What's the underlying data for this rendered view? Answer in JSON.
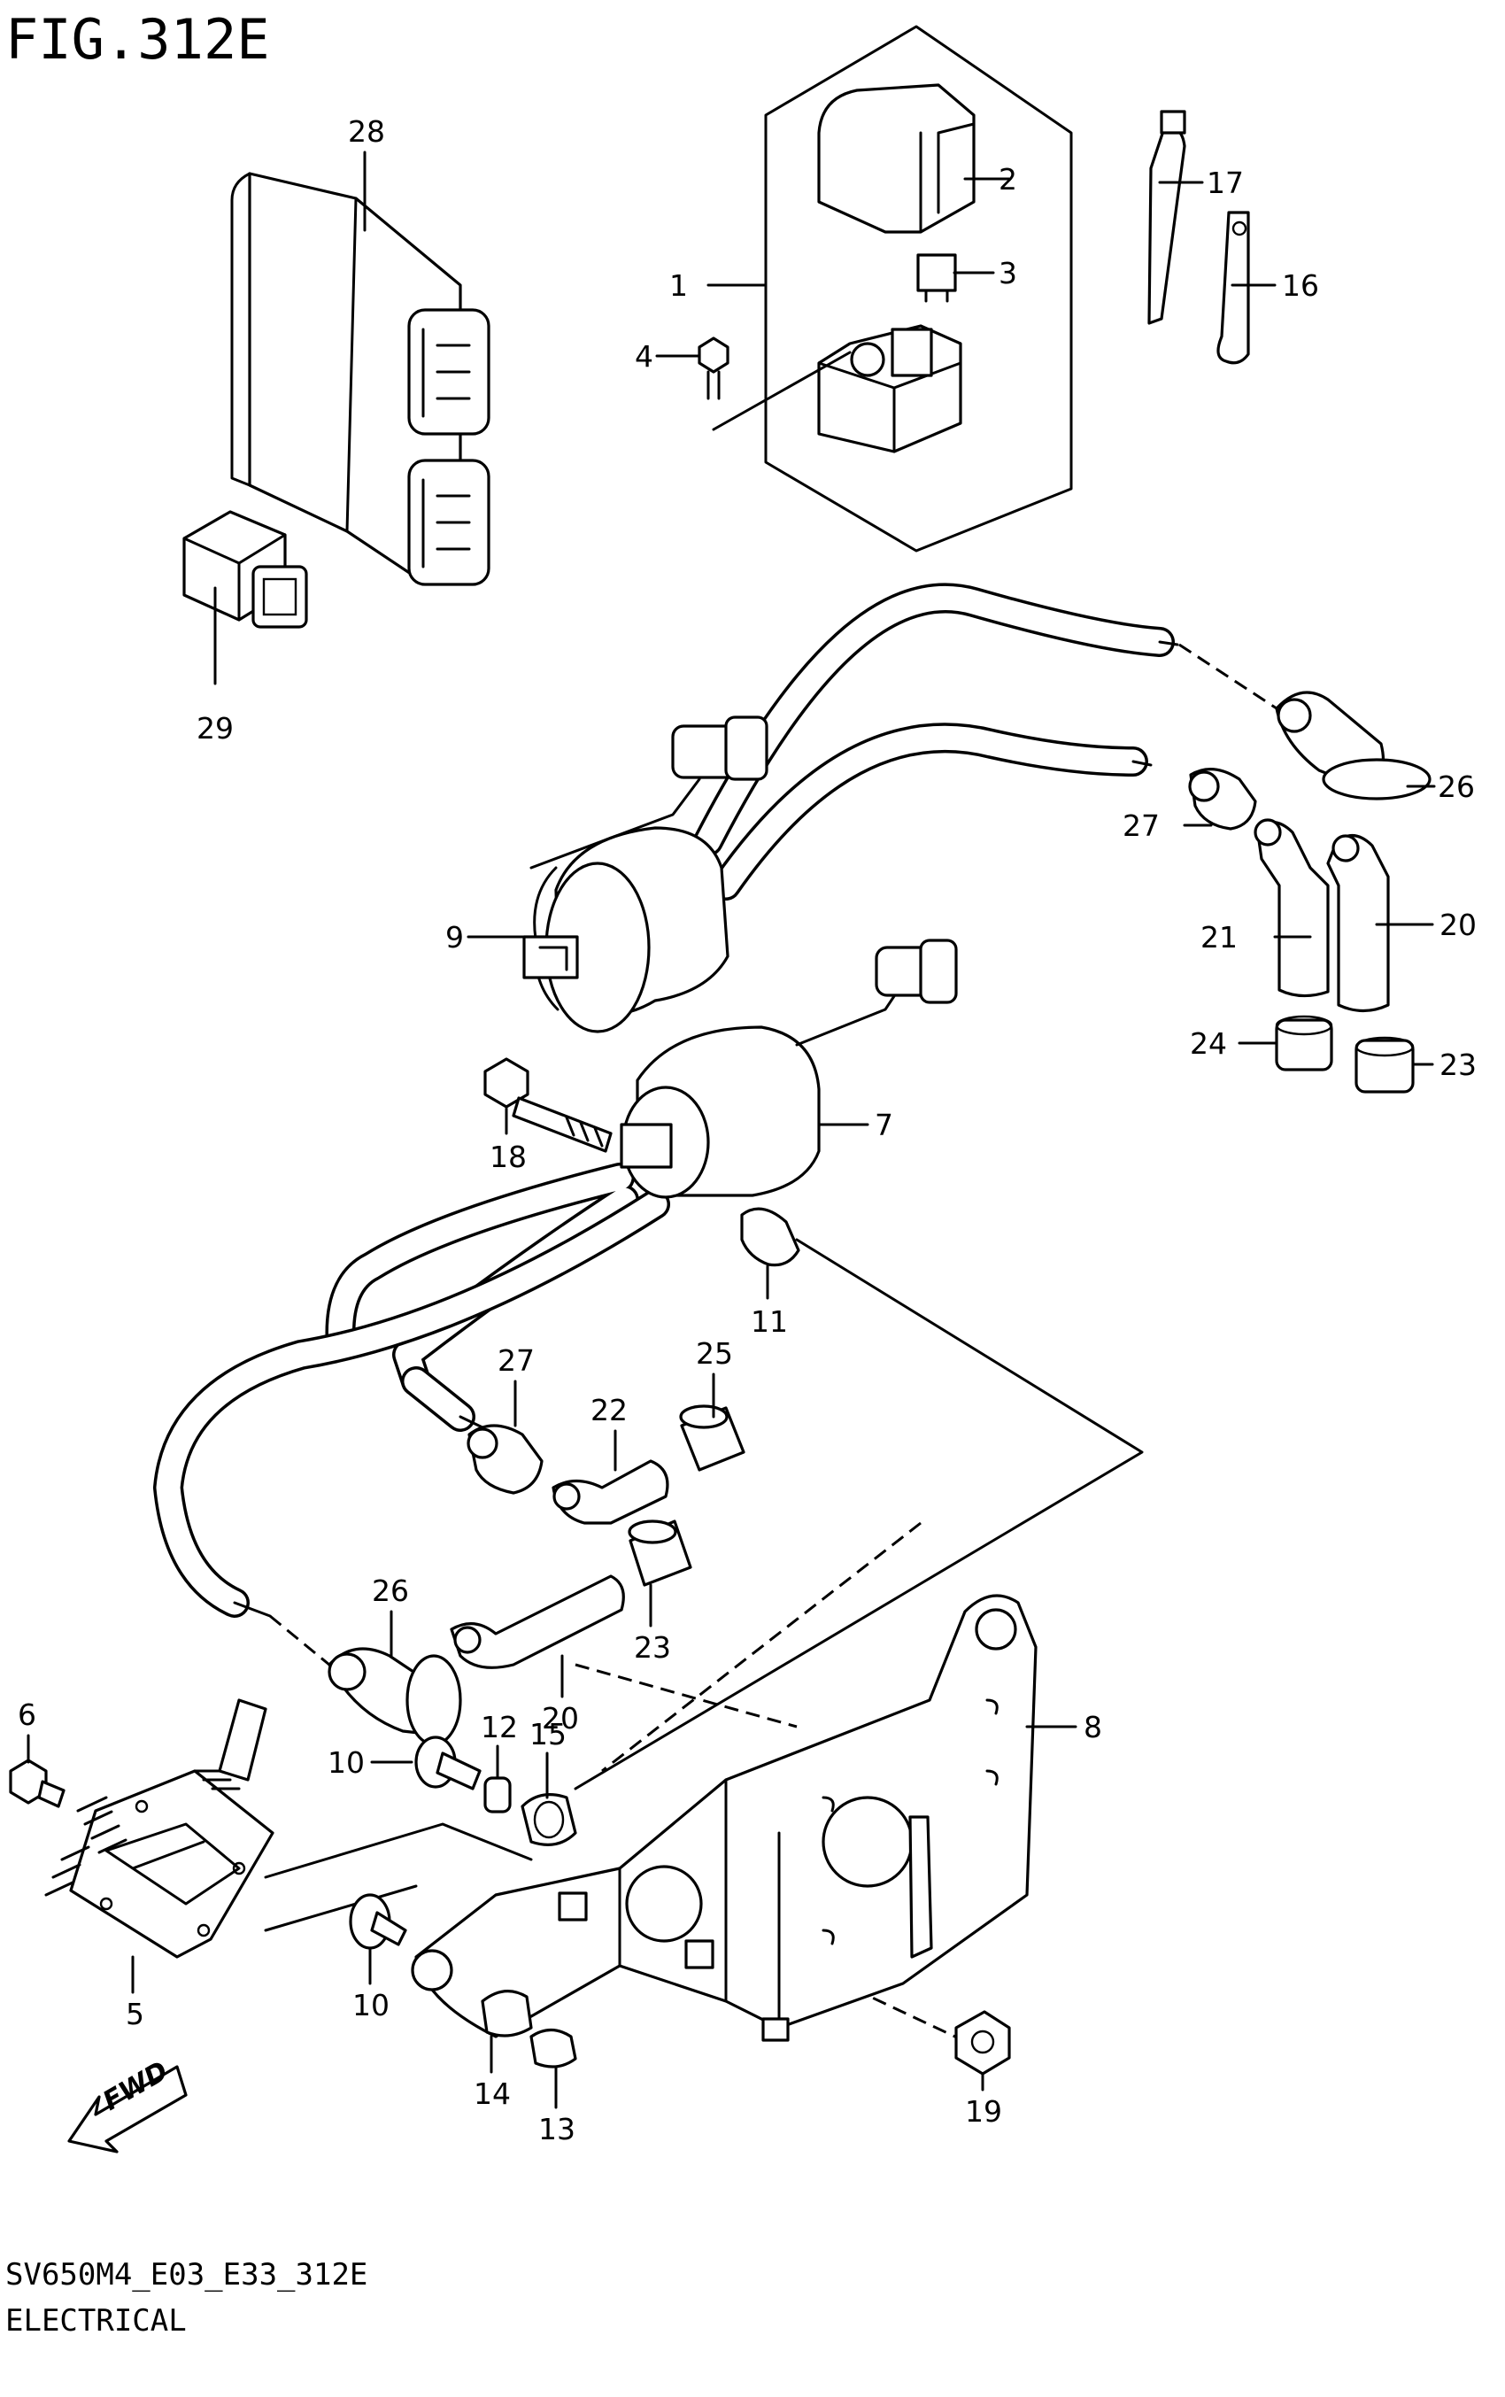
{
  "figure": {
    "title": "FIG.312E",
    "code": "SV650M4_E03_E33_312E",
    "section": "ELECTRICAL",
    "direction_label": "FWD"
  },
  "callouts": {
    "c1": "1",
    "c2": "2",
    "c3": "3",
    "c4": "4",
    "c5": "5",
    "c6": "6",
    "c7": "7",
    "c8": "8",
    "c9": "9",
    "c10a": "10",
    "c10b": "10",
    "c11": "11",
    "c12": "12",
    "c13": "13",
    "c14": "14",
    "c15": "15",
    "c16": "16",
    "c17": "17",
    "c18": "18",
    "c19": "19",
    "c20a": "20",
    "c20b": "20",
    "c21": "21",
    "c22": "22",
    "c23a": "23",
    "c23b": "23",
    "c24": "24",
    "c25": "25",
    "c26a": "26",
    "c26b": "26",
    "c27a": "27",
    "c27b": "27",
    "c28": "28",
    "c29": "29"
  }
}
